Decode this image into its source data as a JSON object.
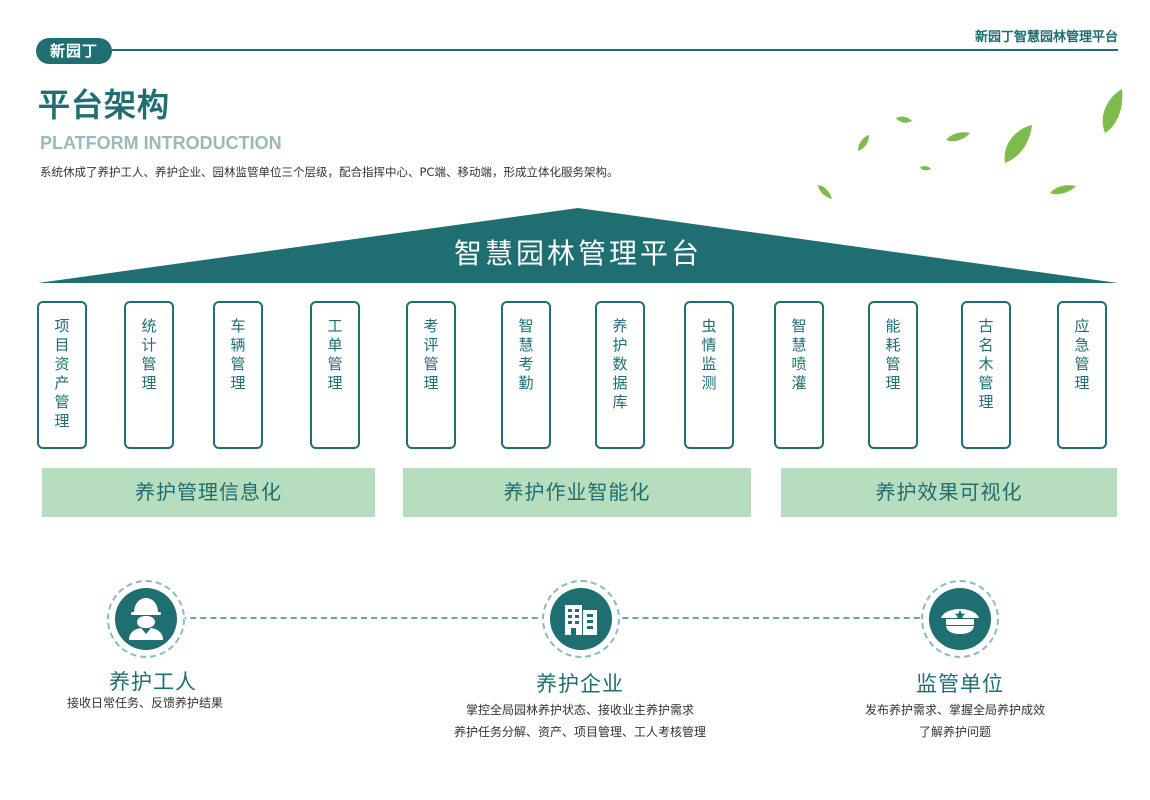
{
  "header": {
    "logo_text": "新园丁",
    "platform_name": "新园丁智慧园林管理平台"
  },
  "page": {
    "title": "平台架构",
    "subtitle": "PLATFORM INTRODUCTION",
    "description": "系统休成了养护工人、养护企业、园林监管单位三个层级，配合指挥中心、PC端、移动端，形成立体化服务架构。"
  },
  "roof": {
    "title": "智慧园林管理平台"
  },
  "modules": [
    "项目资产管理",
    "统计管理",
    "车辆管理",
    "工单管理",
    "考评管理",
    "智慧考勤",
    "养护数据库",
    "虫情监测",
    "智慧喷灌",
    "能耗管理",
    "古名木管理",
    "应急管理"
  ],
  "capabilities": [
    "养护管理信息化",
    "养护作业智能化",
    "养护效果可视化"
  ],
  "roles": [
    {
      "icon": "worker-icon",
      "title": "养护工人",
      "desc_lines": [
        "接收日常任务、反馈养护结果"
      ]
    },
    {
      "icon": "building-icon",
      "title": "养护企业",
      "desc_lines": [
        "掌控全局园林养护状态、接收业主养护需求",
        "养护任务分解、资产、项目管理、工人考核管理"
      ]
    },
    {
      "icon": "officer-cap-icon",
      "title": "监管单位",
      "desc_lines": [
        "发布养护需求、掌握全局养护成效",
        "了解养护问题"
      ]
    }
  ],
  "colors": {
    "primary": "#1f6e71",
    "bar": "#b6ddbd",
    "leaf": "#7dbb4d"
  }
}
